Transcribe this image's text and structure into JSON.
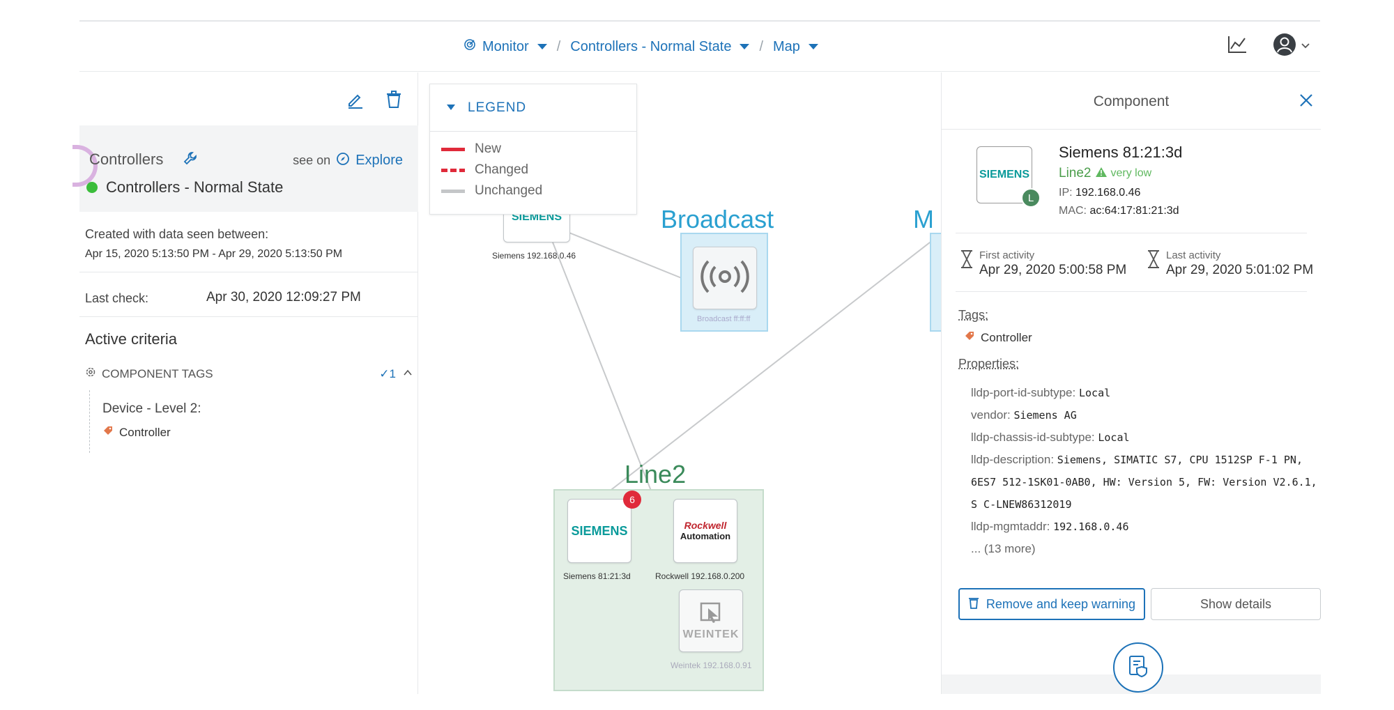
{
  "breadcrumb": {
    "items": [
      {
        "label": "Monitor"
      },
      {
        "label": "Controllers - Normal State"
      },
      {
        "label": "Map"
      }
    ],
    "separator": "/"
  },
  "left": {
    "title": "Controllers",
    "see_on": "see on",
    "explore": "Explore",
    "state": "Controllers - Normal State",
    "created_label": "Created with data seen between:",
    "created_range": "Apr 15, 2020 5:13:50 PM - Apr 29, 2020 5:13:50 PM",
    "last_check_label": "Last check:",
    "last_check_value": "Apr 30, 2020 12:09:27 PM",
    "active_criteria": "Active criteria",
    "component_tags": "COMPONENT TAGS",
    "tag_count": "1",
    "criteria_level": "Device - Level 2:",
    "criteria_tag": "Controller"
  },
  "legend": {
    "title": "LEGEND",
    "items": [
      {
        "label": "New",
        "color": "#e02a3a",
        "style": "solid"
      },
      {
        "label": "Changed",
        "color": "#e02a3a",
        "style": "dashed"
      },
      {
        "label": "Unchanged",
        "color": "#c4c6c8",
        "style": "solid"
      }
    ]
  },
  "map": {
    "groups": [
      {
        "label": "Broadcast"
      },
      {
        "label": "M"
      },
      {
        "label": "Line2"
      }
    ],
    "nodes": [
      {
        "label": "Siemens 192.168.0.46",
        "logo": "SIEMENS"
      },
      {
        "label": "Broadcast ff:ff:ff",
        "logo": "broadcast-icon"
      },
      {
        "label": "Siemens 81:21:3d",
        "logo": "SIEMENS",
        "badge": "6"
      },
      {
        "label": "Rockwell 192.168.0.200",
        "logo_top": "Rockwell",
        "logo_bottom": "Automation"
      },
      {
        "label": "Weintek 192.168.0.91",
        "logo": "WEINTEK"
      }
    ]
  },
  "component": {
    "panel_title": "Component",
    "logo": "SIEMENS",
    "level_badge": "L",
    "name": "Siemens 81:21:3d",
    "group": "Line2",
    "risk": "very low",
    "ip_label": "IP:",
    "ip": "192.168.0.46",
    "mac_label": "MAC:",
    "mac": "ac:64:17:81:21:3d",
    "first_activity_label": "First activity",
    "first_activity": "Apr 29, 2020 5:00:58 PM",
    "last_activity_label": "Last activity",
    "last_activity": "Apr 29, 2020 5:01:02 PM",
    "tags_label": "Tags:",
    "tag": "Controller",
    "properties_label": "Properties:",
    "properties": [
      {
        "key": "lldp-port-id-subtype:",
        "value": "Local"
      },
      {
        "key": "vendor:",
        "value": "Siemens AG"
      },
      {
        "key": "lldp-chassis-id-subtype:",
        "value": "Local"
      },
      {
        "key": "lldp-description:",
        "value": "Siemens, SIMATIC S7, CPU 1512SP F-1 PN, 6ES7 512-1SK01-0AB0, HW: Version 5, FW: Version V2.6.1, S C-LNEW86312019"
      },
      {
        "key": "lldp-mgmtaddr:",
        "value": "192.168.0.46"
      }
    ],
    "more": "... (13 more)",
    "remove_button": "Remove and keep warning",
    "details_button": "Show details"
  },
  "colors": {
    "accent": "#1d72b8",
    "green_state": "#3bbd3b",
    "new_red": "#e02a3a",
    "broadcast_blue": "#2aa0d0",
    "line2_green": "#3a8a5a"
  }
}
